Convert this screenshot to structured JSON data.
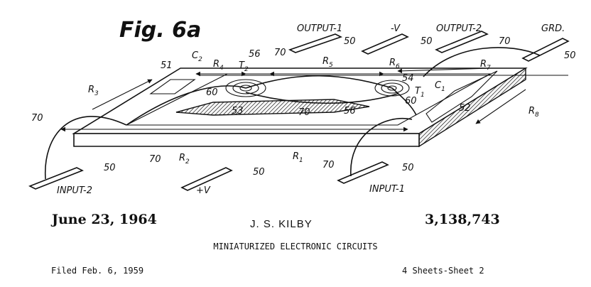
{
  "figure": {
    "title": "Fig. 6a",
    "labels": {
      "output_1": "OUTPUT-1",
      "output_2": "OUTPUT-2",
      "neg_v": "-V",
      "pos_v": "+V",
      "grd": "GRD.",
      "input_1": "INPUT-1",
      "input_2": "INPUT-2",
      "r1": "R",
      "r1_sub": "1",
      "r2": "R",
      "r2_sub": "2",
      "r3": "R",
      "r3_sub": "3",
      "r4": "R",
      "r4_sub": "4",
      "r5": "R",
      "r5_sub": "5",
      "r6": "R",
      "r6_sub": "6",
      "r7": "R",
      "r7_sub": "7",
      "r8": "R",
      "r8_sub": "8",
      "c1": "C",
      "c1_sub": "1",
      "c2": "C",
      "c2_sub": "2",
      "t1": "T",
      "t1_sub": "1",
      "t2": "T",
      "t2_sub": "2",
      "n50": "50",
      "n51": "51",
      "n52": "52",
      "n53": "53",
      "n54": "54",
      "n56": "56",
      "n60": "60",
      "n70": "70"
    }
  },
  "header": {
    "date": "June 23, 1964",
    "inventor": "J. S. KILBY",
    "patent_number": "3,138,743",
    "title": "MINIATURIZED ELECTRONIC CIRCUITS",
    "filed": "Filed Feb. 6, 1959",
    "sheets": "4 Sheets-Sheet 2"
  }
}
